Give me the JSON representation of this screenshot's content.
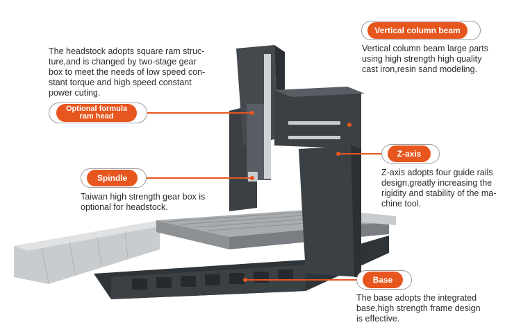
{
  "callouts": {
    "vertical_column_beam": {
      "label": "Vertical column beam",
      "text": "Vertical column beam large parts\nusing high strength high quality\ncast iron,resin sand modeling."
    },
    "headstock": {
      "text": "The headstock adopts square ram struc-\nture,and is changed by two-stage gear\nbox to meet the needs of low speed con-\nstant torque and high speed constant\npower cuting."
    },
    "optional_ram_head": {
      "label": "Optional formula ram head"
    },
    "spindle": {
      "label": "Spindle",
      "text": "Taiwan high strength gear box is\noptional for headstock."
    },
    "z_axis": {
      "label": "Z-axis",
      "text": "Z-axis adopts four guide rails\ndesign,greatly increasing the\nrigidity and stability of the ma-\nchine tool."
    },
    "base": {
      "label": "Base",
      "text": "The base adopts the integrated\nbase,high strength frame design\nis effective."
    }
  },
  "colors": {
    "accent": "#e6561e",
    "machine_dark": "#3b4045",
    "machine_mid": "#575d63",
    "table_top": "#a9adb0",
    "cover_light": "#c9cccf"
  }
}
